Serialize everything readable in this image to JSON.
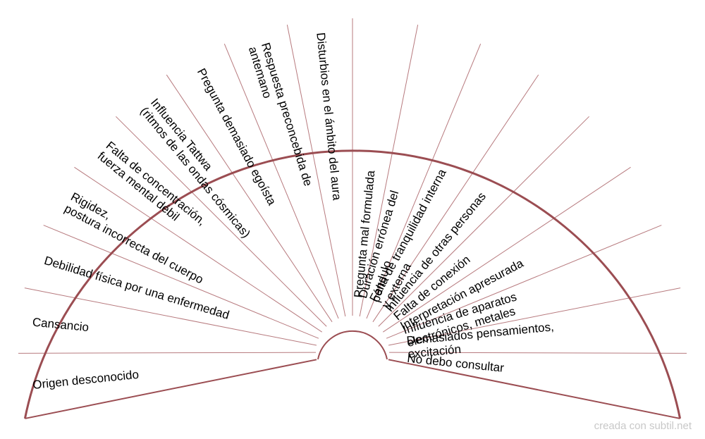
{
  "chart_data": {
    "type": "pendulum-chart",
    "segments": [
      {
        "label": [
          "Origen desconocido"
        ]
      },
      {
        "label": [
          "Cansancio"
        ]
      },
      {
        "label": [
          "Debilidad física por una enfermedad"
        ]
      },
      {
        "label": [
          "Rigidez,",
          "postura incorrecta del cuerpo"
        ]
      },
      {
        "label": [
          "Falta de concentración,",
          "fuerza mental débil"
        ]
      },
      {
        "label": [
          "Influencia Tattwa",
          "(ritmos de las ondas cósmicas)"
        ]
      },
      {
        "label": [
          "Pregunta demasiado egoísta"
        ]
      },
      {
        "label": [
          "Respuesta preconcebida de",
          "antemano"
        ]
      },
      {
        "label": [
          "Disturbios en el ámbito del aura"
        ]
      },
      {
        "label": [
          "Pregunta mal formulada"
        ]
      },
      {
        "label": [
          "Duración errónea del",
          "péndulo"
        ]
      },
      {
        "label": [
          "Falta de tranquilidad  interna",
          "y externa"
        ]
      },
      {
        "label": [
          "Influencia de otras personas"
        ]
      },
      {
        "label": [
          "Falta de conexión"
        ]
      },
      {
        "label": [
          "Interpretación apresurada"
        ]
      },
      {
        "label": [
          "Influencia de aparatos",
          "electrónicos, metales"
        ]
      },
      {
        "label": [
          "Demasiados pensamientos,",
          "excitación"
        ]
      },
      {
        "label": [
          "No debo consultar"
        ]
      }
    ],
    "colors": {
      "outline": "#9b4d52",
      "ray": "#b77a7e"
    }
  },
  "footer": {
    "credit": "creada con subtil.net"
  }
}
